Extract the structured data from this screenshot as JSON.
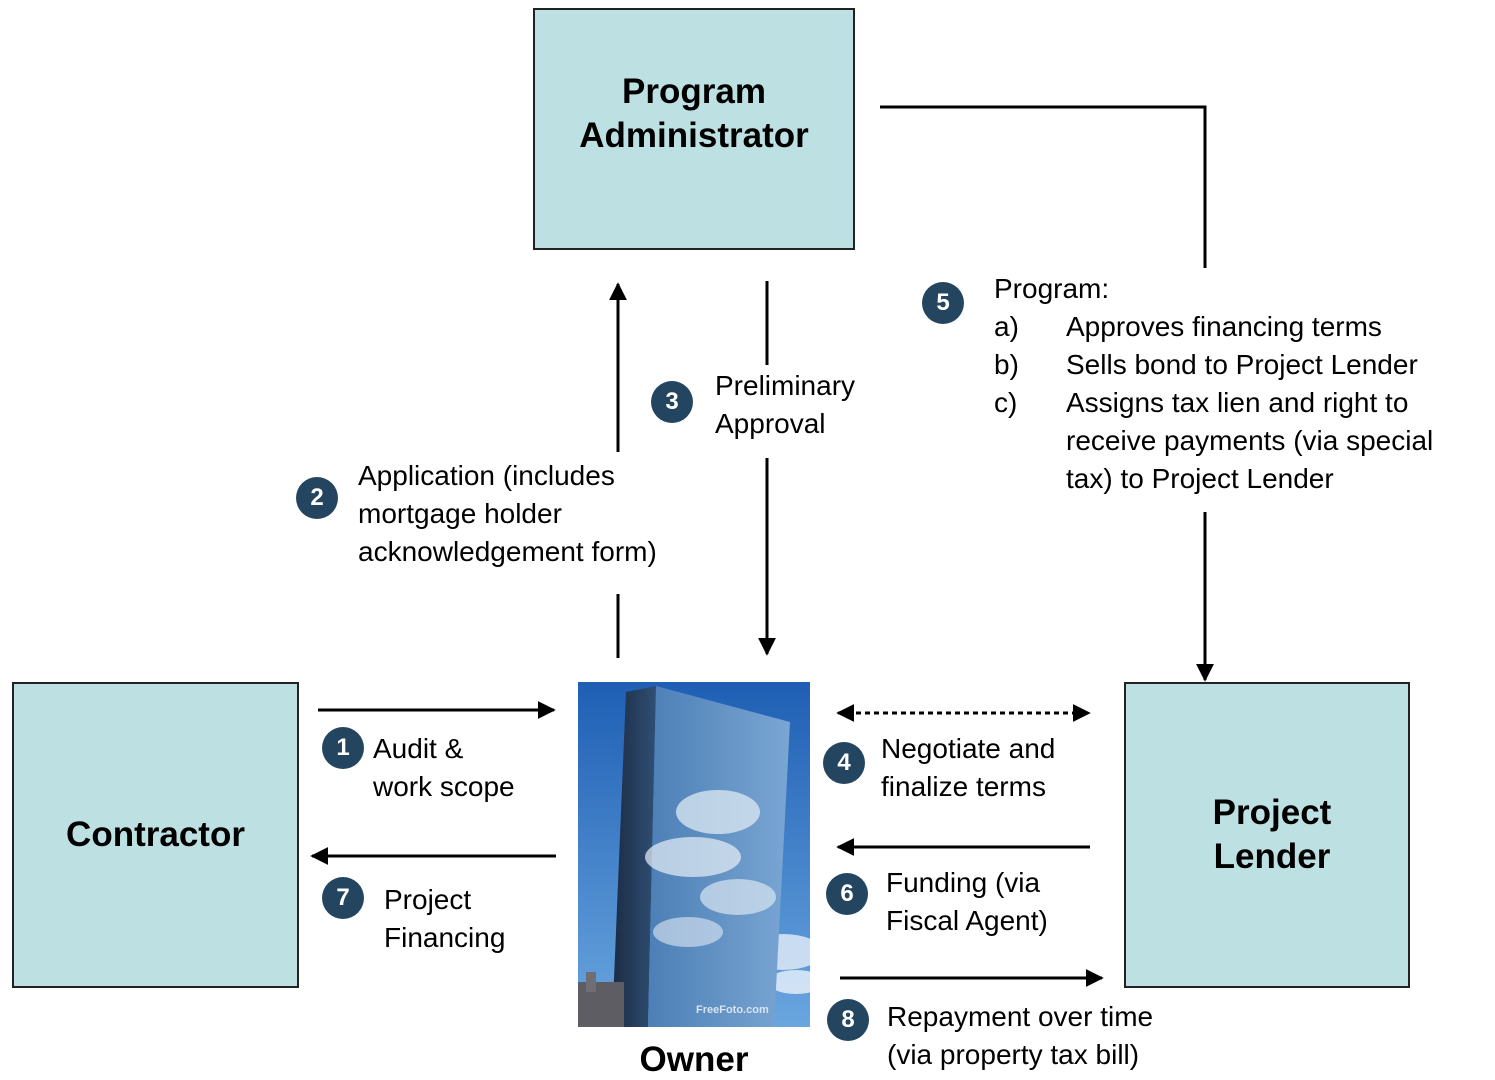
{
  "nodes": {
    "program_admin": "Program Administrator",
    "contractor": "Contractor",
    "project_lender": "Project Lender",
    "owner": "Owner"
  },
  "steps": [
    {
      "num": "1",
      "label": [
        "Audit &",
        "work scope"
      ]
    },
    {
      "num": "2",
      "label": [
        "Application (includes",
        "mortgage holder",
        "acknowledgement form)"
      ]
    },
    {
      "num": "3",
      "label": [
        "Preliminary",
        "Approval"
      ]
    },
    {
      "num": "4",
      "label": [
        "Negotiate and",
        "finalize terms"
      ]
    },
    {
      "num": "5",
      "label": [
        "Program:"
      ],
      "items": [
        {
          "key": "a)",
          "text": "Approves financing terms"
        },
        {
          "key": "b)",
          "text": "Sells bond to Project Lender"
        },
        {
          "key": "c)",
          "text": [
            "Assigns tax lien and right to",
            "receive payments (via special",
            "tax) to Project Lender"
          ]
        }
      ]
    },
    {
      "num": "6",
      "label": [
        "Funding (via",
        "Fiscal Agent)"
      ]
    },
    {
      "num": "7",
      "label": [
        "Project",
        "Financing"
      ]
    },
    {
      "num": "8",
      "label": [
        "Repayment over time",
        "(via property tax bill)"
      ]
    }
  ],
  "image_watermark": "FreeFoto.com",
  "colors": {
    "box_fill": "#bde0e3",
    "badge_fill": "#24455f",
    "line": "#000000"
  }
}
